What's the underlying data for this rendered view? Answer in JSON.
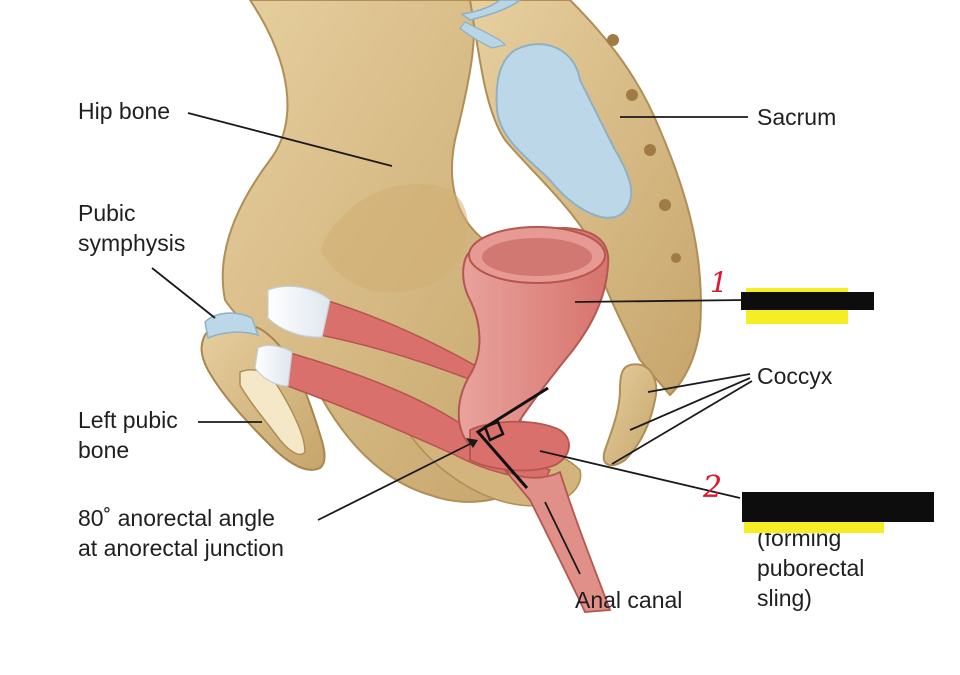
{
  "labels": {
    "hip_bone": "Hip bone",
    "sacrum": "Sacrum",
    "pubic_symphysis": "Pubic\nsymphysis",
    "coccyx": "Coccyx",
    "left_pubic_bone": "Left pubic\nbone",
    "anorectal_angle": "80˚ anorectal angle\nat anorectal junction",
    "anal_canal": "Anal canal",
    "puborectalis_sub": "(forming\npuborectal\nsling)"
  },
  "markers": {
    "one": "1",
    "two": "2"
  },
  "colors": {
    "bone": "#d8bc86",
    "bone_shadow": "#b7955a",
    "cartilage": "#b9d6e6",
    "rectum": "#e38c87",
    "rectum_dark": "#c2615d",
    "muscle": "#d9706c",
    "tendon": "#e7eef5",
    "leader": "#1a1a1a",
    "redaction": "#0d0d0d",
    "highlight": "#f6ee25",
    "marker": "#e0162b"
  }
}
